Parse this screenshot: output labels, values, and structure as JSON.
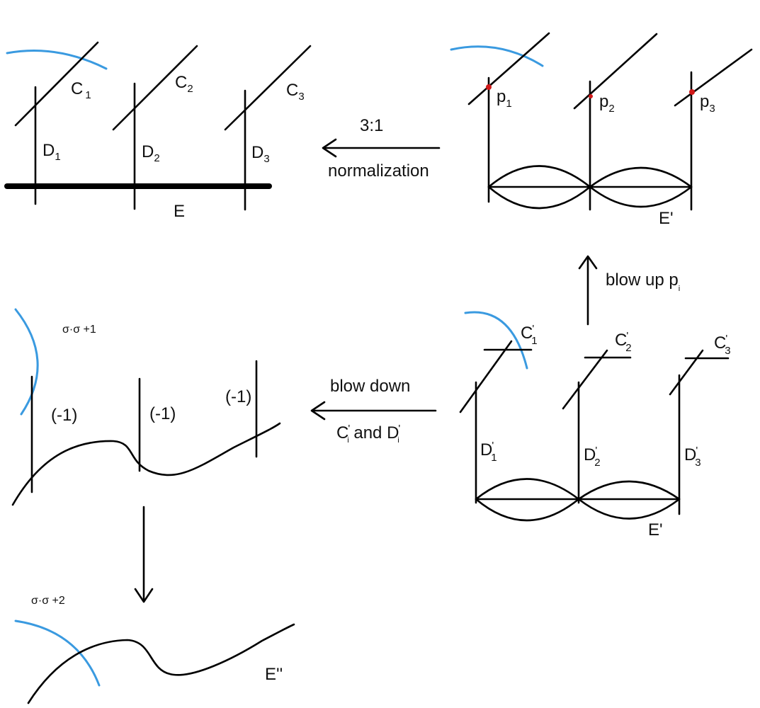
{
  "panel_top_left": {
    "curve_labels": [
      "C",
      "C",
      "C"
    ],
    "curve_subs": [
      "1",
      "2",
      "3"
    ],
    "divisor_labels": [
      "D",
      "D",
      "D"
    ],
    "divisor_subs": [
      "1",
      "2",
      "3"
    ],
    "base_label": "E"
  },
  "arrow_normalization": {
    "top_label": "3:1",
    "bottom_label": "normalization"
  },
  "panel_top_right": {
    "point_labels": [
      "p",
      "p",
      "p"
    ],
    "point_subs": [
      "1",
      "2",
      "3"
    ],
    "base_label": "E'"
  },
  "arrow_blowup": {
    "label": "blow up  p",
    "label_sub": "i"
  },
  "panel_mid_right": {
    "curve_labels": [
      "C",
      "C",
      "C"
    ],
    "curve_subs": [
      "1",
      "2",
      "3"
    ],
    "divisor_labels": [
      "D",
      "D",
      "D"
    ],
    "divisor_subs": [
      "1",
      "2",
      "3"
    ],
    "prime": "'",
    "base_label": "E'"
  },
  "arrow_blowdown": {
    "top_label": "blow down",
    "bottom_label_1": "C",
    "bottom_sub_1": "i",
    "bottom_mid": " and ",
    "bottom_label_2": "D",
    "bottom_sub_2": "i",
    "prime": "'"
  },
  "panel_mid_left": {
    "self_intersection": "σ·σ +1",
    "fiber_labels": [
      "(-1)",
      "(-1)",
      "(-1)"
    ]
  },
  "panel_bottom_left": {
    "self_intersection": "σ·σ +2",
    "base_label": "E''"
  },
  "colors": {
    "ink": "#000000",
    "section_blue": "#3a9ae0",
    "point_red": "#d01818"
  }
}
